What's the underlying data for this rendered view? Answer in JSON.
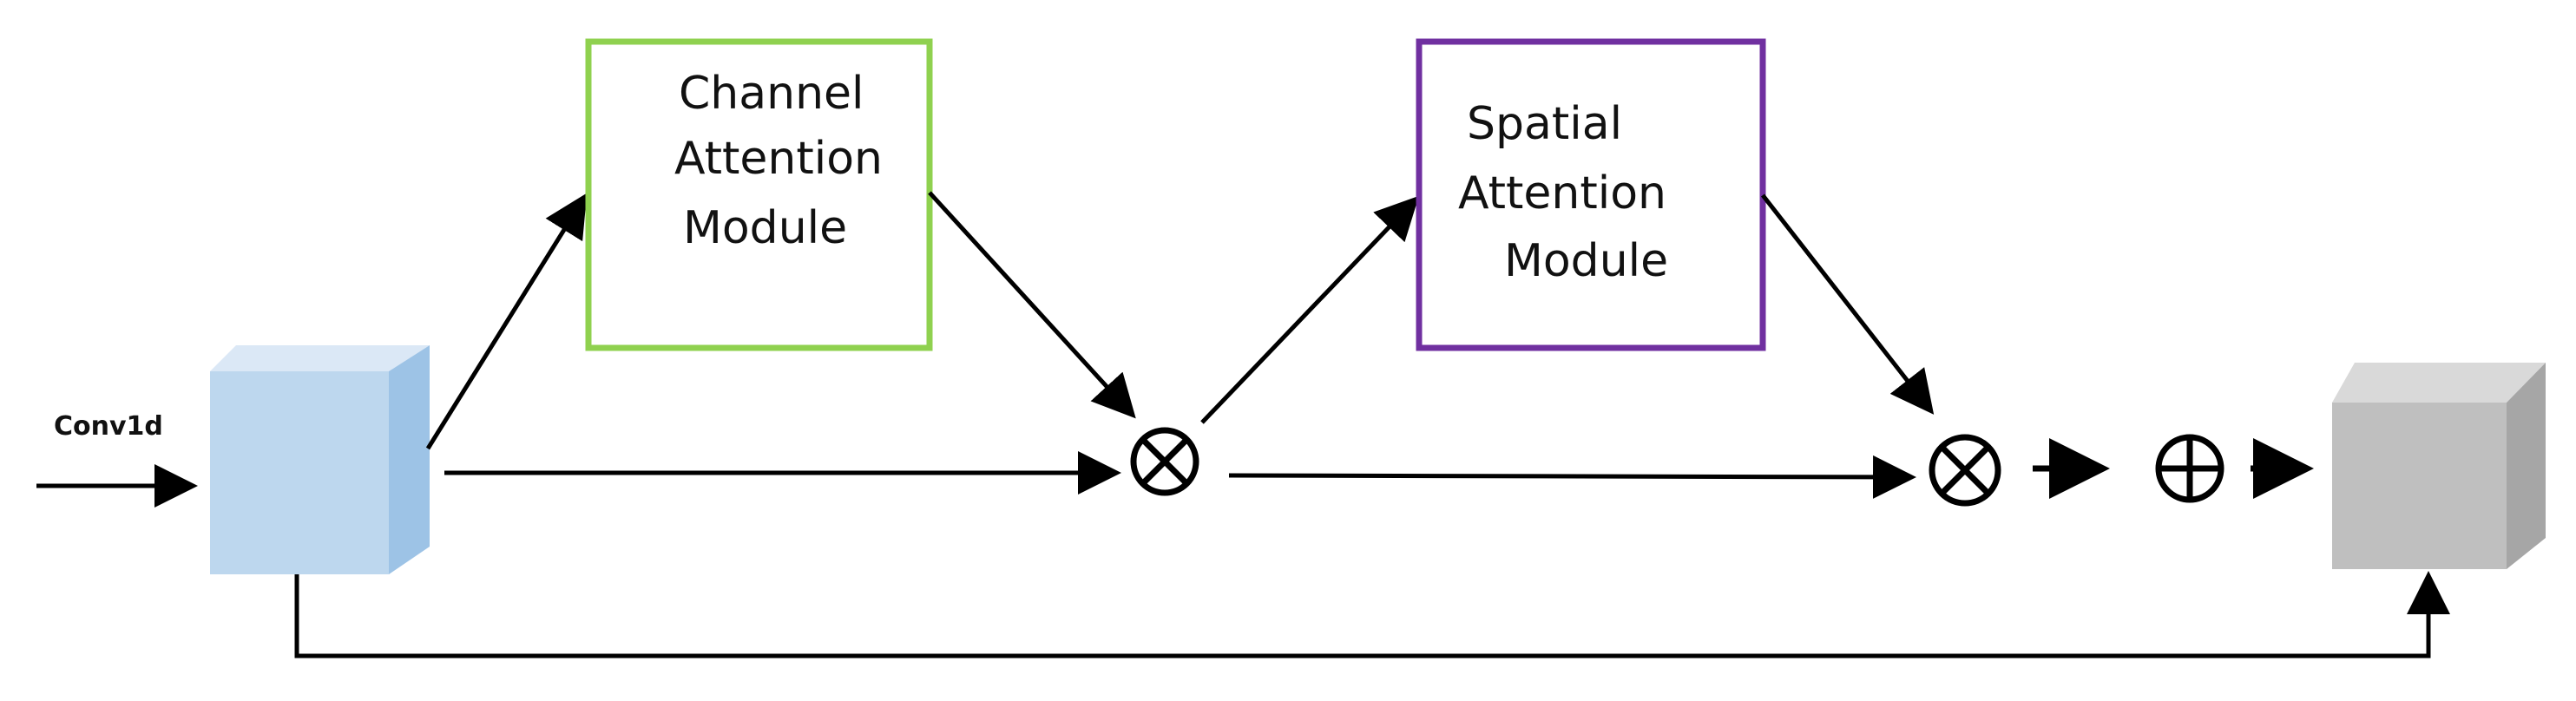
{
  "input_label": "Conv1d",
  "channel_module": {
    "lines": [
      "Channel",
      "Attention",
      "Module"
    ]
  },
  "spatial_module": {
    "lines": [
      "Spatial",
      "Attention",
      "Module"
    ]
  },
  "colors": {
    "channel_border": "#8fd14f",
    "spatial_border": "#7030a0",
    "input_cube_front": "#bdd7ee",
    "input_cube_top": "#dbe8f6",
    "input_cube_side": "#9dc3e6",
    "output_cube_front": "#bfbfbf",
    "output_cube_top": "#d9d9d9",
    "output_cube_side": "#a6a6a6",
    "line": "#000000"
  },
  "operators": {
    "multiply_symbol": "⊗",
    "add_symbol": "⊕"
  }
}
